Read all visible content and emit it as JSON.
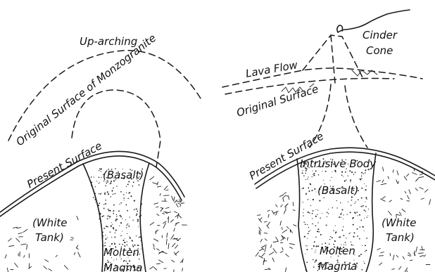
{
  "left_panel": {
    "up_arching": "Up-arching",
    "original_surface_monzogranite": "Original Surface of Monzogranite",
    "present_surface": "Present Surface",
    "basalt": "(Basalt)",
    "white_tank_line1": "(White",
    "white_tank_line2": "Tank)",
    "molten_line1": "Molten",
    "molten_line2": "Magma"
  },
  "right_panel": {
    "cinder_line1": "Cinder",
    "cinder_line2": "Cone",
    "lava_flow": "Lava Flow",
    "original_surface": "Original Surface",
    "present_surface": "Present Surface",
    "intrusive_body": "Intrusive Body",
    "basalt": "(Basalt)",
    "white_tank_line1": "(White",
    "white_tank_line2": "Tank)",
    "molten_line1": "Molten",
    "molten_line2": "Magma"
  }
}
